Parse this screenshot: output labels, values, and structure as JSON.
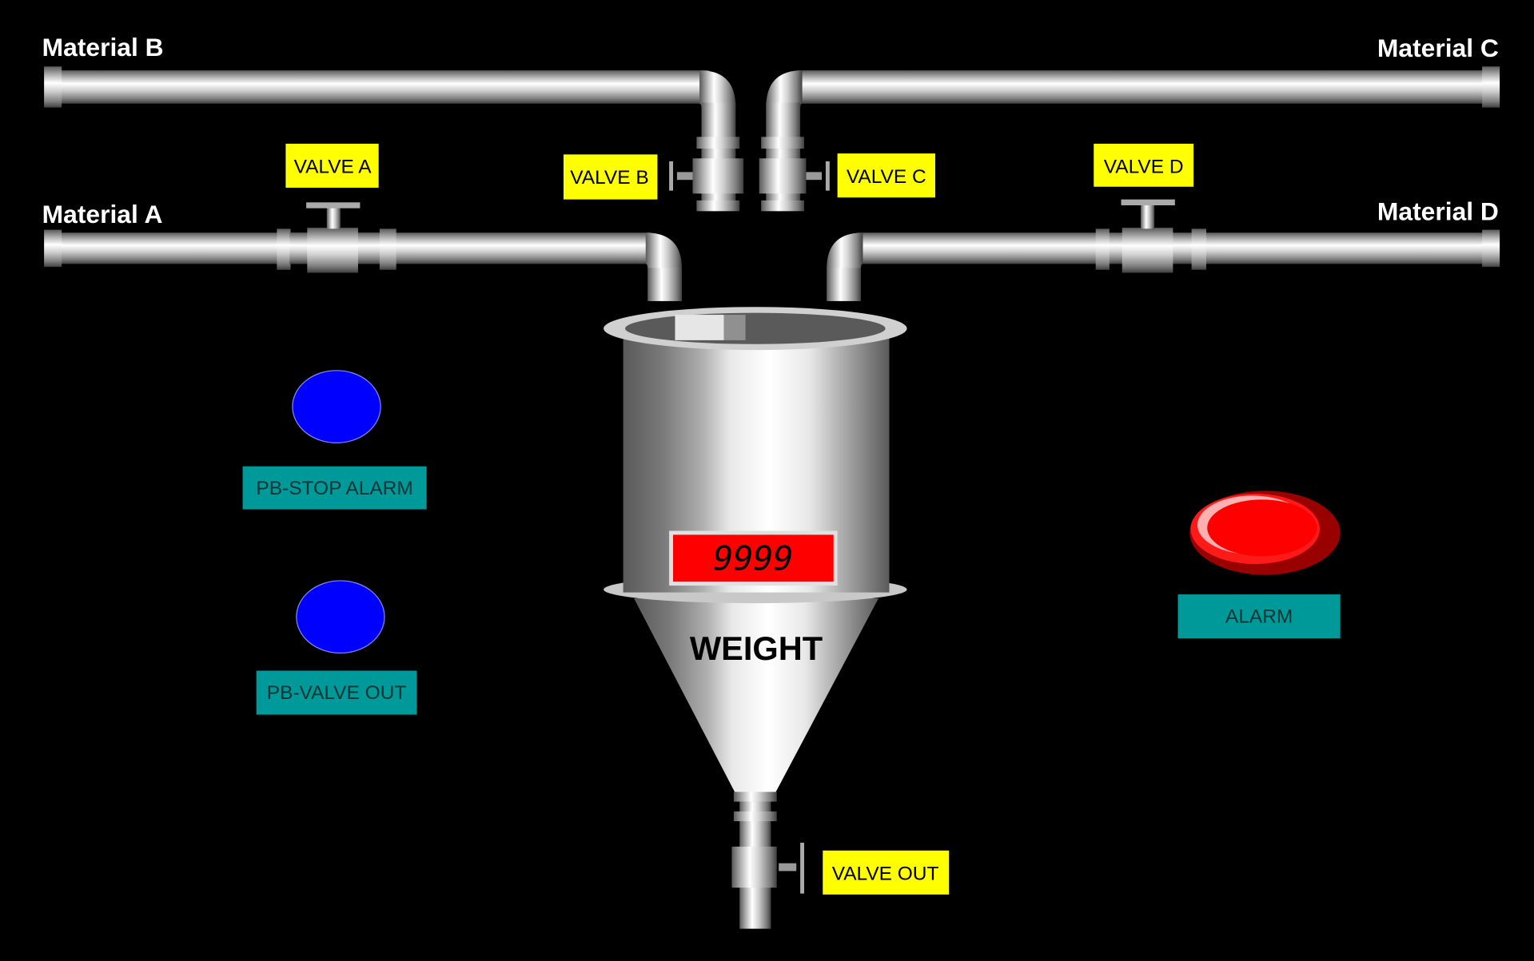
{
  "materials": {
    "a": "Material A",
    "b": "Material B",
    "c": "Material C",
    "d": "Material D"
  },
  "valves": {
    "a": "VALVE A",
    "b": "VALVE B",
    "c": "VALVE C",
    "d": "VALVE D",
    "out": "VALVE OUT"
  },
  "tank": {
    "weight_label": "WEIGHT",
    "weight_value": "9999"
  },
  "buttons": {
    "stop_alarm": "PB-STOP ALARM",
    "valve_out": "PB-VALVE OUT"
  },
  "alarm": {
    "label": "ALARM"
  },
  "colors": {
    "background": "#000000",
    "label_bg": "#ffff00",
    "button_bg": "#009999",
    "pushbutton": "#0000ff",
    "alarm_light": "#ff0000",
    "display_bg": "#ff0000"
  }
}
